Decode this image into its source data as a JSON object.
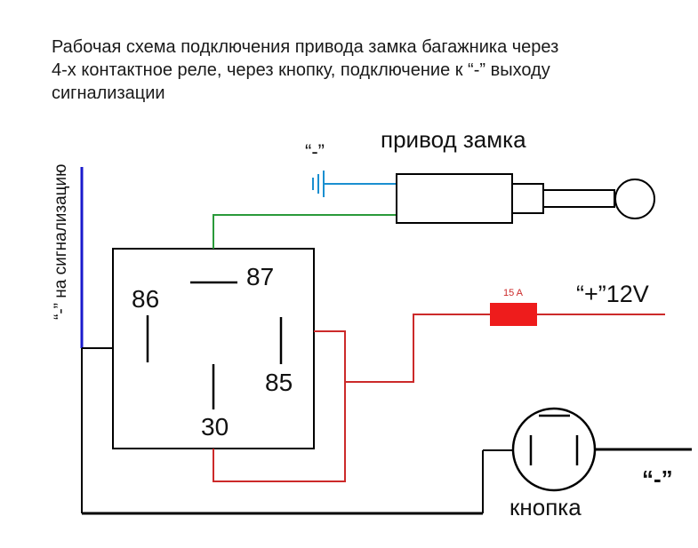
{
  "title_lines": [
    "Рабочая схема подключения привода замка багажника через",
    "4-х контактное реле, через кнопку, подключение к “-” выходу",
    "сигнализации"
  ],
  "labels": {
    "alarm_minus": "“-” на сигнализацию",
    "ground_minus_top": "“-”",
    "lock_actuator": "привод замка",
    "pin_86": "86",
    "pin_87": "87",
    "pin_85": "85",
    "pin_30": "30",
    "fuse": "15 A",
    "plus_12v": "“+”12V",
    "button": "кнопка",
    "ground_minus_bottom": "“-”"
  },
  "colors": {
    "alarm_wire": "#1a1acc",
    "ground_wire": "#1a8fd0",
    "actuator_wire": "#2a9a3a",
    "power_wire": "#cc2a2a",
    "fuse": "#ee1c1c",
    "black_wire": "#000000"
  }
}
